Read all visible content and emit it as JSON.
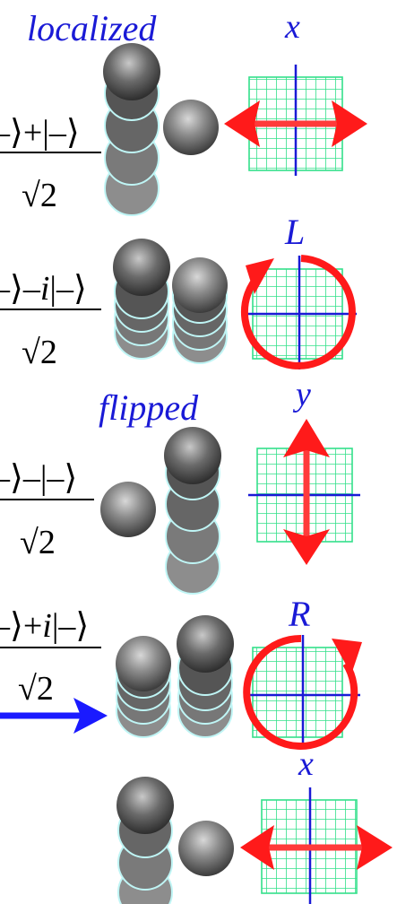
{
  "labels": {
    "localized": "localized",
    "flipped": "flipped",
    "x_top": "x",
    "L": "L",
    "y": "y",
    "R": "R",
    "x_bottom": "x"
  },
  "rows": [
    {
      "numerator_left": "–⟩+|–⟩",
      "denominator": "√2"
    },
    {
      "numerator_left": "–⟩–",
      "numerator_i": "i",
      "numerator_right": "|–⟩",
      "denominator": "√2"
    },
    {
      "numerator_left": "–⟩–|–⟩",
      "denominator": "√2"
    },
    {
      "numerator_left": "–⟩+",
      "numerator_i": "i",
      "numerator_right": "|–⟩",
      "denominator": "√2"
    }
  ],
  "colors": {
    "label_blue": "#1a1ad6",
    "arrow_red": "#ff1a1a",
    "arrow_blue": "#1a1aff",
    "grid_green": "#33e08a",
    "axis_blue": "#1a1ad6",
    "ball_dark": "#4a4a4a",
    "ball_light": "#cfcfcf",
    "ball_edge": "#bff5f5"
  },
  "icons": [
    "ball-stack",
    "single-ball",
    "grid-with-arrow",
    "circular-arrow"
  ]
}
